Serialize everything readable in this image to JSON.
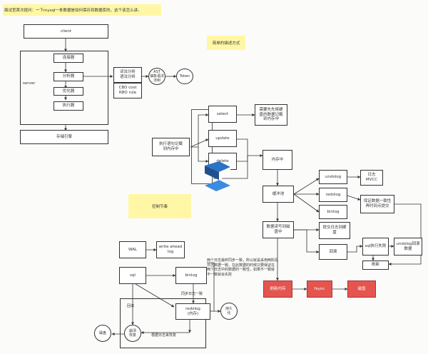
{
  "notes": {
    "top": "面试官首次提问：一下mysql一条数据是如何保存到数据库的，这个该怎么讲。",
    "simple": "简单的描述方式",
    "control": "控制节奏"
  },
  "arch": {
    "client": "client",
    "server": "server",
    "connector": "连接器",
    "analyzer": "分析器",
    "optimizer": "优化器",
    "executor": "执行器",
    "analysis_box": "词法分析\n语法分析",
    "cbo_box": "CBO cost\nRBO rule",
    "ast": "AST\n抽象语法\n法树",
    "token": "Token",
    "storage": "存储引擎"
  },
  "flow": {
    "exec_statement": "执行语句记载\n到内存中",
    "select": "select",
    "update": "update",
    "delete": "delete",
    "select_note": "需要先先将硬\n盘的数据记载\n到内存中",
    "memory": "内存中",
    "buffer_pool": "缓冲池",
    "undolog": "undolog",
    "redolog": "redolog",
    "binlog": "binlog",
    "mvcc": "日志\nMVCC",
    "consistency": "保证数据一致性\n再时间点提交",
    "data_write": "数据读写到磁\n盘中",
    "commit_log": "提交日志到硬\n盘",
    "rollback": "回滚",
    "sql_exec": "sql执行失败",
    "undolog_restore": "undolog回滚\n数据",
    "refresh": "刷新",
    "red1": "刷新内存",
    "red2": "fsync",
    "red3": "磁盘"
  },
  "bottom": {
    "wal": "WAL",
    "wal_desc": "write ahead\nlog",
    "sql": "sql",
    "binlog": "binlog",
    "redolog": "redolog\n(内存)",
    "sync_note": "同步日志一致",
    "disk": "磁盘",
    "crash_recover": "崩溃\n恢复",
    "persist": "持久\n化",
    "two_phase_note": "两个日志最终同步一致，所以就是采用两阶段\n日志数据一致。在此数据的时候只要保证在\n两个日志中的数据的一致性，如果不一致就\n不一致就会失败",
    "rollback": "回滚",
    "log_write_label": "根据日志来恢复"
  }
}
